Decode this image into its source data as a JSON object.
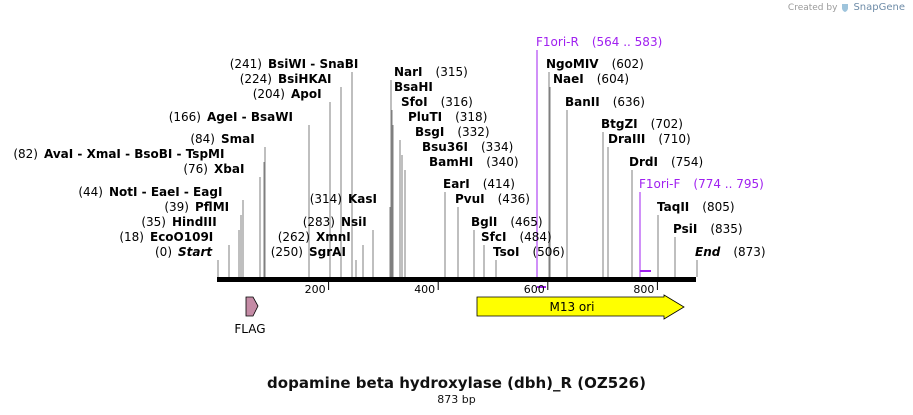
{
  "credit": {
    "prefix": "Created by",
    "brand": "SnapGene",
    "logo_icon": "snapgene-logo-icon"
  },
  "title": "dopamine beta hydroxylase (dbh)_R (OZ526)",
  "subtitle": "873 bp",
  "axis": {
    "ticks": [
      200,
      400,
      600,
      800
    ]
  },
  "features": {
    "flag": {
      "label": "FLAG"
    },
    "m13": {
      "label": "M13 ori"
    }
  },
  "sites": [
    {
      "pos": "(0)",
      "name": "Start",
      "italic": true
    },
    {
      "pos": "(18)",
      "name": "EcoO109I"
    },
    {
      "pos": "(35)",
      "name": "HindIII"
    },
    {
      "pos": "(39)",
      "name": "PflMI"
    },
    {
      "pos": "(44)",
      "name": "NotI - EaeI - EagI"
    },
    {
      "pos": "(76)",
      "name": "XbaI"
    },
    {
      "pos": "(82)",
      "name": "AvaI - XmaI - BsoBI - TspMI"
    },
    {
      "pos": "(84)",
      "name": "SmaI"
    },
    {
      "pos": "(166)",
      "name": "AgeI - BsaWI"
    },
    {
      "pos": "(204)",
      "name": "ApoI"
    },
    {
      "pos": "(224)",
      "name": "BsiHKAI"
    },
    {
      "pos": "(241)",
      "name": "BsiWI - SnaBI"
    },
    {
      "pos": "(250)",
      "name": "SgrAI"
    },
    {
      "pos": "(262)",
      "name": "XmnI"
    },
    {
      "pos": "(283)",
      "name": "NsiI"
    },
    {
      "pos": "(314)",
      "name": "KasI"
    },
    {
      "pos": "(315)",
      "name": "NarI"
    },
    {
      "pos": "",
      "name": "BsaHI"
    },
    {
      "pos": "(316)",
      "name": "SfoI"
    },
    {
      "pos": "(318)",
      "name": "PluTI"
    },
    {
      "pos": "(332)",
      "name": "BsgI"
    },
    {
      "pos": "(334)",
      "name": "Bsu36I"
    },
    {
      "pos": "(340)",
      "name": "BamHI"
    },
    {
      "pos": "(414)",
      "name": "EarI"
    },
    {
      "pos": "(436)",
      "name": "PvuI"
    },
    {
      "pos": "(465)",
      "name": "BglI"
    },
    {
      "pos": "(484)",
      "name": "SfcI"
    },
    {
      "pos": "(506)",
      "name": "TsoI"
    },
    {
      "pos": "(564 .. 583)",
      "name": "F1ori-R",
      "primer": true
    },
    {
      "pos": "(602)",
      "name": "NgoMIV"
    },
    {
      "pos": "(604)",
      "name": "NaeI"
    },
    {
      "pos": "(636)",
      "name": "BanII"
    },
    {
      "pos": "(702)",
      "name": "BtgZI"
    },
    {
      "pos": "(710)",
      "name": "DraIII"
    },
    {
      "pos": "(754)",
      "name": "DrdI"
    },
    {
      "pos": "(774 .. 795)",
      "name": "F1ori-F",
      "primer": true
    },
    {
      "pos": "(805)",
      "name": "TaqII"
    },
    {
      "pos": "(835)",
      "name": "PsiI"
    },
    {
      "pos": "(873)",
      "name": "End",
      "italic": true
    }
  ]
}
